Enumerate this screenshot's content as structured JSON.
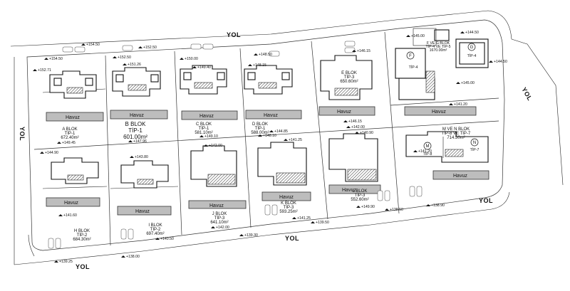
{
  "roads": {
    "top": "YOL",
    "left": "YOL",
    "right": "YOL",
    "bottom_right": "YOL",
    "bottom_center": "YOL",
    "bottom_left": "YOL"
  },
  "pool_label": "Havuz",
  "blocks": {
    "A": {
      "name": "A BLOK",
      "type": "TİP-1",
      "area": "672.40m²"
    },
    "B": {
      "name": "B BLOK",
      "type": "TİP-1",
      "area": "601.00m²"
    },
    "C": {
      "name": "C BLOK",
      "type": "TİP-1",
      "area": "581.10m²"
    },
    "D": {
      "name": "D BLOK",
      "type": "TİP-1",
      "area": "588.00m²"
    },
    "E": {
      "name": "E BLOK",
      "type": "TİP-3",
      "area": "650.60m²"
    },
    "H": {
      "name": "H BLOK",
      "type": "TİP-2",
      "area": "684.30m²"
    },
    "I": {
      "name": "I BLOK",
      "type": "TİP-2",
      "area": "697.40m²"
    },
    "J": {
      "name": "J BLOK",
      "type": "TİP-3",
      "area": "641.10m²"
    },
    "K": {
      "name": "K BLOK",
      "type": "TİP-3",
      "area": "593.25m²"
    },
    "L": {
      "name": "L BLOK",
      "type": "TİP-3",
      "area": "552.60m²"
    },
    "MN": {
      "name": "M VE N  BLOK",
      "type": "TİP-8 VE TİP-7",
      "area": "714.50m²"
    },
    "FG": {
      "name": "F VE G BLOK",
      "type": "TİP-4 VE TİP-5",
      "area": "1670.00m²"
    }
  },
  "circles": {
    "F": "F",
    "G": "G",
    "M": "M",
    "N": "N"
  },
  "circle_types": {
    "F": "TİP-4",
    "G": "TİP-4",
    "M": "TİP-8",
    "N": "TİP-7"
  },
  "levels": {
    "l1": "+154.50",
    "l2": "+154.50",
    "l3": "+152.71",
    "l4": "+152.50",
    "l5": "+152.50",
    "l6": "+151.26",
    "l7": "+150.00",
    "l8": "+149.40",
    "l9": "+148.50",
    "l10": "+148.15",
    "l11": "+146.15",
    "l12": "+145.00",
    "l13": "+144.50",
    "l14": "+144.50",
    "l15": "+145.00",
    "l16": "+141.20",
    "l17": "+149.45",
    "l18": "+147.96",
    "l19": "+149.10",
    "l20": "+148.10",
    "l21": "+144.85",
    "l22": "+146.15",
    "l23": "+142.00",
    "l24": "+140.90",
    "l25": "+144.90",
    "l26": "+143.80",
    "l27": "+142.00",
    "l28": "+141.25",
    "l29": "+141.20",
    "l30": "+141.60",
    "l31": "+140.50",
    "l32": "+142.00",
    "l33": "+141.25",
    "l34": "+149.90",
    "l35": "+138.50",
    "l36": "+138.90",
    "l37": "+139.30",
    "l38": "+139.50",
    "l39": "+138.00",
    "l40": "+139.25"
  }
}
